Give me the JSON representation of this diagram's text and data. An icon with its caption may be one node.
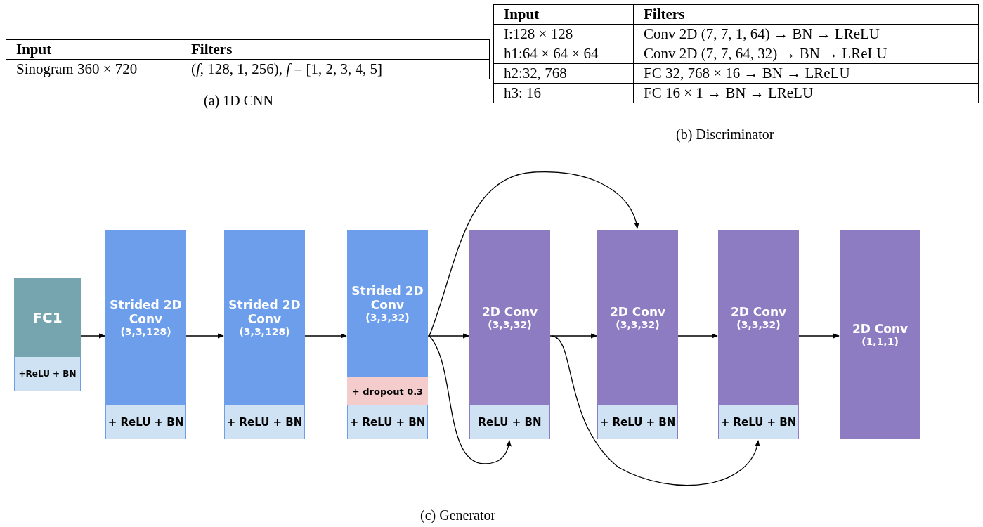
{
  "diagram": {
    "caption": "(c) Generator",
    "nodes": [
      {
        "text": [
          "FC1"
        ]
      },
      {
        "text": [
          "+ReLU + BN"
        ]
      },
      {
        "text": [
          "Strided 2D Conv",
          "(3,3,128)"
        ]
      },
      {
        "text": [
          "+ ReLU + BN"
        ]
      },
      {
        "text": [
          "Strided 2D Conv",
          "(3,3,128)"
        ]
      },
      {
        "text": [
          "+ ReLU + BN"
        ]
      },
      {
        "text": [
          "Strided 2D Conv",
          "(3,3,32)"
        ]
      },
      {
        "text": [
          "+ dropout 0.3"
        ]
      },
      {
        "text": [
          "+ ReLU + BN"
        ]
      },
      {
        "text": [
          "2D Conv",
          "(3,3,32)"
        ]
      },
      {
        "text": [
          "ReLU + BN"
        ]
      },
      {
        "text": [
          "2D Conv",
          "(3,3,32)"
        ]
      },
      {
        "text": [
          "+ ReLU + BN"
        ]
      },
      {
        "text": [
          "2D Conv",
          "(3,3,32)"
        ]
      },
      {
        "text": [
          "+ ReLU + BN"
        ]
      },
      {
        "text": [
          "2D Conv",
          "(1,1,1)"
        ]
      }
    ],
    "edges": [
      {
        "from": 0,
        "to": 2,
        "arrow": "to"
      },
      {
        "from": 2,
        "to": 4,
        "arrow": "to"
      },
      {
        "from": 4,
        "to": 6,
        "arrow": "to"
      },
      {
        "from": 6,
        "to": 9,
        "arrow": "to"
      },
      {
        "from": 6,
        "to": 11,
        "arrow": "to"
      },
      {
        "from": 6,
        "to": 10,
        "arrow": "to"
      },
      {
        "from": 9,
        "to": 11,
        "arrow": "to"
      },
      {
        "from": 9,
        "to": 14,
        "arrow": "to"
      },
      {
        "from": 11,
        "to": 13,
        "arrow": "to"
      },
      {
        "from": 13,
        "to": 15,
        "arrow": "to"
      }
    ],
    "labels": [
      "Input",
      "Filters",
      "Sinogram 360 × 720",
      "(*f*, 128, 1, 256), *f* = [1, 2, 3, 4, 5]",
      "(a) 1D CNN",
      "Input",
      "Filters",
      "I:128 × 128",
      "Conv 2D (7, 7, 1, 64) → BN → LReLU",
      "h1:64 × 64 × 64",
      "Conv 2D (7, 7, 64, 32) → BN → LReLU",
      "h2:32, 768",
      "FC 32, 768 × 16 → BN → LReLU",
      "h3: 16",
      "FC 16 × 1 → BN → LReLU",
      "(b) Discriminator"
    ]
  }
}
